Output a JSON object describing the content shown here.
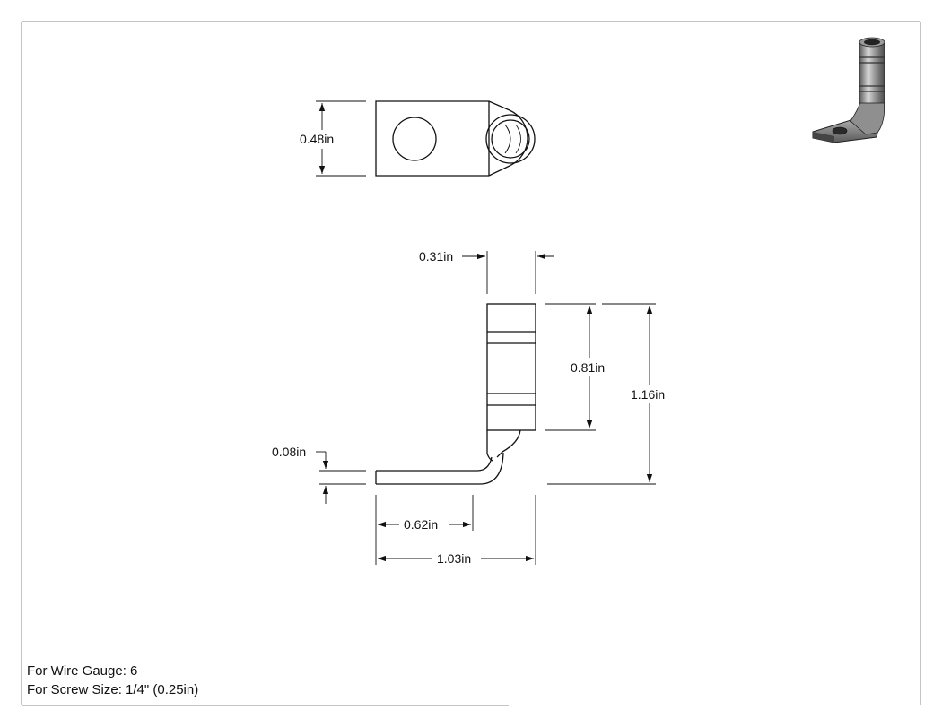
{
  "dimensions": {
    "width_top_view": "0.48in",
    "barrel_diameter": "0.31in",
    "barrel_length": "0.81in",
    "total_height": "1.16in",
    "tongue_thickness": "0.08in",
    "hole_to_end": "0.62in",
    "total_length": "1.03in"
  },
  "notes": {
    "wire_gauge": "For Wire Gauge: 6",
    "screw_size": "For Screw Size: 1/4\" (0.25in)"
  },
  "colors": {
    "line": "#111111",
    "border": "#888888",
    "iso_body": "#8a8a8a"
  }
}
